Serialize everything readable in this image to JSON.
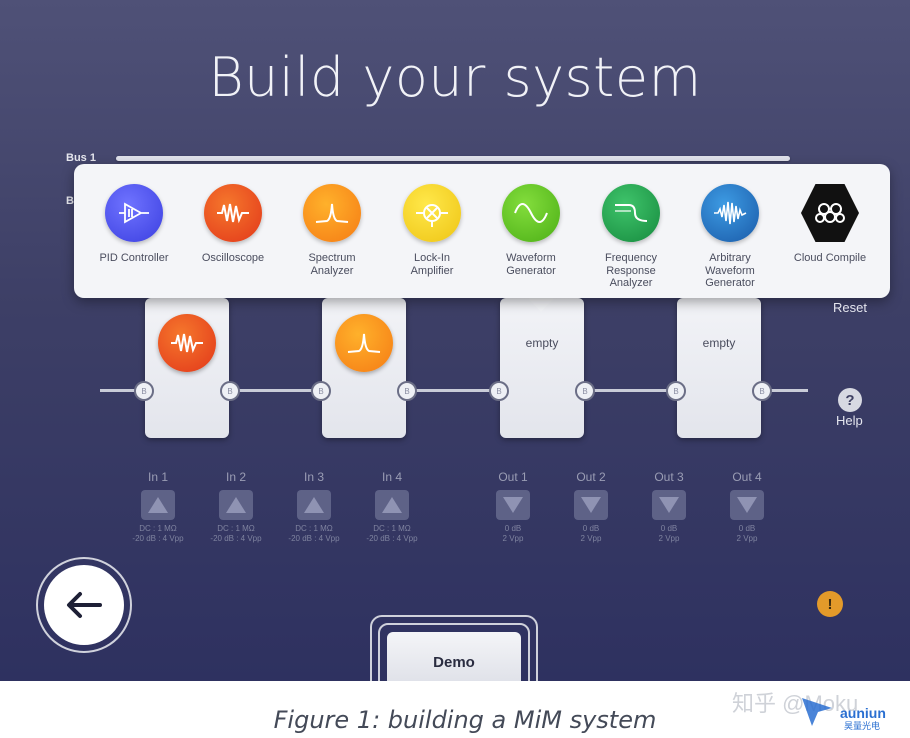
{
  "title": "Build your system",
  "bus1_label": "Bus 1",
  "bus2_label": "Bu",
  "instruments": [
    {
      "label": "PID Controller",
      "icon": "pid-controller-icon",
      "color": "#4b4ff0"
    },
    {
      "label": "Oscilloscope",
      "icon": "oscilloscope-icon",
      "color": "#f04a1c"
    },
    {
      "label": "Spectrum\nAnalyzer",
      "icon": "spectrum-analyzer-icon",
      "color": "#f88a1a"
    },
    {
      "label": "Lock-In\nAmplifier",
      "icon": "lock-in-amplifier-icon",
      "color": "#f2d320"
    },
    {
      "label": "Waveform\nGenerator",
      "icon": "waveform-generator-icon",
      "color": "#5bc41e"
    },
    {
      "label": "Frequency\nResponse\nAnalyzer",
      "icon": "frequency-response-analyzer-icon",
      "color": "#1e9e4c"
    },
    {
      "label": "Arbitrary\nWaveform\nGenerator",
      "icon": "arbitrary-waveform-generator-icon",
      "color": "#1e6fbe"
    },
    {
      "label": "Cloud Compile",
      "icon": "cloud-compile-icon",
      "color": "#111111"
    }
  ],
  "slots": [
    {
      "content": "oscilloscope"
    },
    {
      "content": "spectrum-analyzer"
    },
    {
      "content": "empty",
      "text": "empty"
    },
    {
      "content": "empty",
      "text": "empty"
    }
  ],
  "connector_label": "B",
  "reset_label": "Reset",
  "help_symbol": "?",
  "help_label": "Help",
  "inputs": [
    {
      "name": "In 1",
      "spec1": "DC : 1 MΩ",
      "spec2": "-20 dB : 4 Vpp"
    },
    {
      "name": "In 2",
      "spec1": "DC : 1 MΩ",
      "spec2": "-20 dB : 4 Vpp"
    },
    {
      "name": "In 3",
      "spec1": "DC : 1 MΩ",
      "spec2": "-20 dB : 4 Vpp"
    },
    {
      "name": "In 4",
      "spec1": "DC : 1 MΩ",
      "spec2": "-20 dB : 4 Vpp"
    }
  ],
  "outputs": [
    {
      "name": "Out 1",
      "spec1": "0 dB",
      "spec2": "2 Vpp"
    },
    {
      "name": "Out 2",
      "spec1": "0 dB",
      "spec2": "2 Vpp"
    },
    {
      "name": "Out 3",
      "spec1": "0 dB",
      "spec2": "2 Vpp"
    },
    {
      "name": "Out 4",
      "spec1": "0 dB",
      "spec2": "2 Vpp"
    }
  ],
  "alert_symbol": "!",
  "demo_label": "Demo",
  "caption": "Figure 1: building a MiM system",
  "watermark": "知乎 @Moku",
  "logo_text": "auniun",
  "logo_sub": "昊量光电"
}
